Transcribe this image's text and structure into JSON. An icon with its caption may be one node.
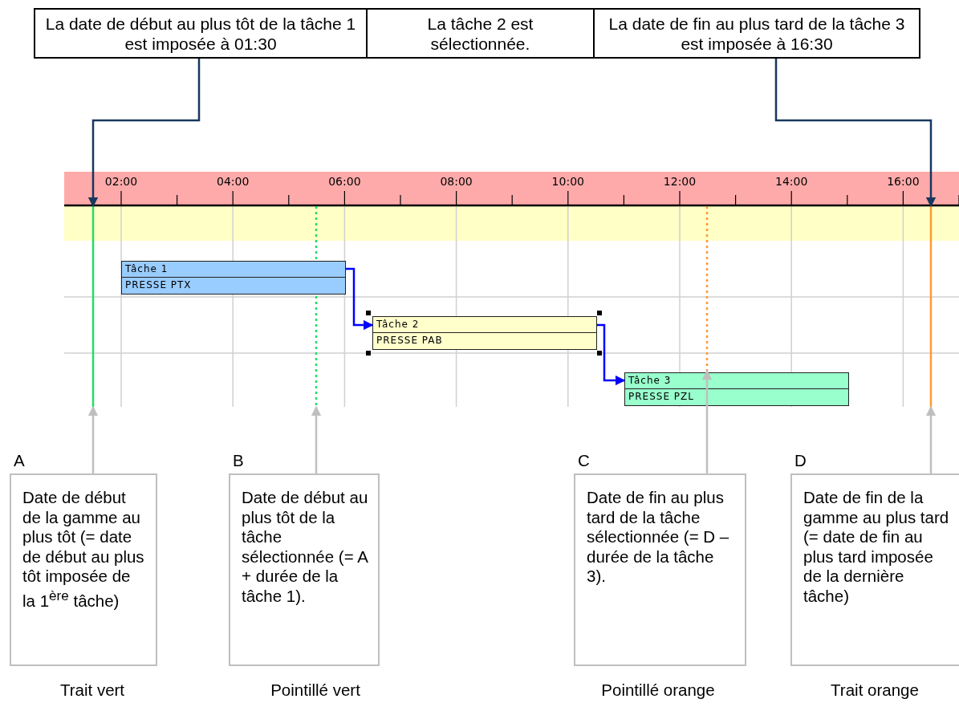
{
  "diagram": {
    "nodes": [
      {
        "text": [
          "La date de début au plus tôt de la tâche 1 est imposée à 01:30"
        ]
      },
      {
        "text": [
          "La tâche 2 est sélectionnée."
        ]
      },
      {
        "text": [
          "La date de fin au plus tard de la tâche 3 est imposée à 16:30"
        ]
      },
      {
        "text": [
          "Tâche 1",
          "PRESSE PTX"
        ]
      },
      {
        "text": [
          "Tâche 2",
          "PRESSE PAB"
        ]
      },
      {
        "text": [
          "Tâche 3",
          "PRESSE PZL"
        ]
      },
      {
        "text": [],
        "shape": "line"
      },
      {
        "text": [],
        "shape": "line"
      },
      {
        "text": [],
        "shape": "line"
      },
      {
        "text": [],
        "shape": "line"
      },
      {
        "text": [
          "A",
          "Date de début de la gamme au plus tôt (= date de début au plus tôt imposée de la 1$^{ère}$ tâche)"
        ],
        "beside": [
          "Trait vert"
        ]
      },
      {
        "text": [
          "B",
          "Date de début au plus tôt de la tâche sélectionnée (= A + durée de la tâche 1)."
        ],
        "beside": [
          "Pointillé vert"
        ]
      },
      {
        "text": [
          "C",
          "Date de fin au plus tard de la tâche sélectionnée (= D – durée de la tâche 3)."
        ],
        "beside": [
          "Pointillé orange"
        ]
      },
      {
        "text": [
          "D",
          "Date de fin de la gamme au plus tard (= date de fin au plus tard imposée de la dernière tâche)"
        ],
        "beside": [
          "Trait orange"
        ]
      }
    ],
    "edges": [
      {
        "from": 0,
        "to": 6,
        "arrow": "to",
        "color": "#17375e"
      },
      {
        "from": 2,
        "to": 9,
        "arrow": "to",
        "color": "#17375e"
      },
      {
        "from": 3,
        "to": 4,
        "arrow": "to",
        "color": "#0000ff"
      },
      {
        "from": 4,
        "to": 5,
        "arrow": "to",
        "color": "#0000ff"
      },
      {
        "from": 10,
        "to": 6,
        "arrow": "to",
        "color": "#bfbfbf"
      },
      {
        "from": 11,
        "to": 7,
        "arrow": "to",
        "color": "#bfbfbf"
      },
      {
        "from": 12,
        "to": 8,
        "arrow": "to",
        "color": "#bfbfbf"
      },
      {
        "from": 13,
        "to": 9,
        "arrow": "to",
        "color": "#bfbfbf"
      }
    ],
    "labels": [
      "02:00",
      "04:00",
      "06:00",
      "08:00",
      "10:00",
      "12:00",
      "14:00",
      "16:00"
    ]
  }
}
